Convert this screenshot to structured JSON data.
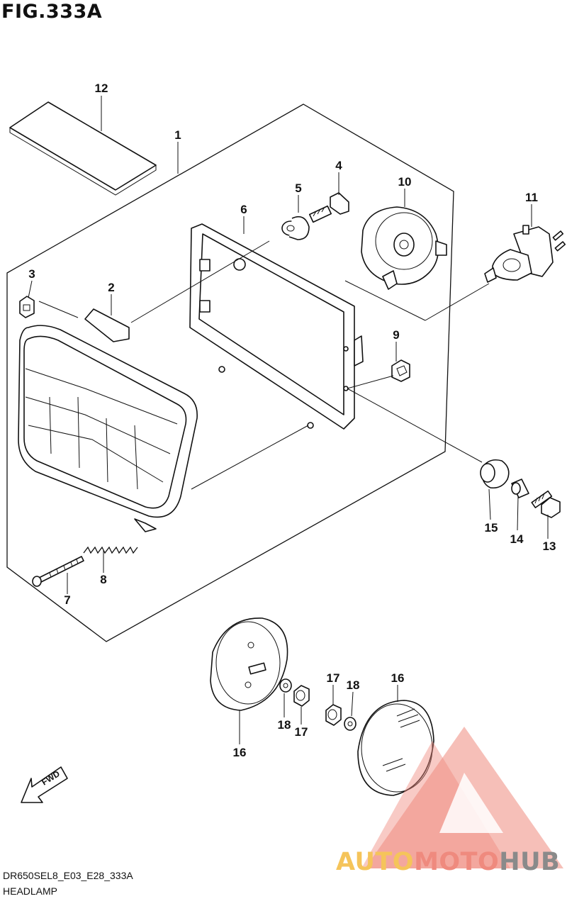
{
  "figure": {
    "title": "FIG.333A",
    "code": "DR650SEL8_E03_E28_333A",
    "name": "HEADLAMP"
  },
  "callouts": [
    "1",
    "2",
    "3",
    "4",
    "5",
    "6",
    "7",
    "8",
    "9",
    "10",
    "11",
    "12",
    "13",
    "14",
    "15",
    "16",
    "16",
    "17",
    "17",
    "18",
    "18"
  ],
  "fwd_label": "FWD",
  "watermark": {
    "part1": "AUTO",
    "part2": "MOTO",
    "part3": "HUB",
    "colors": {
      "gold": "#f5c45a",
      "red": "#ef8a7e",
      "gray": "#8a8a8a"
    }
  }
}
